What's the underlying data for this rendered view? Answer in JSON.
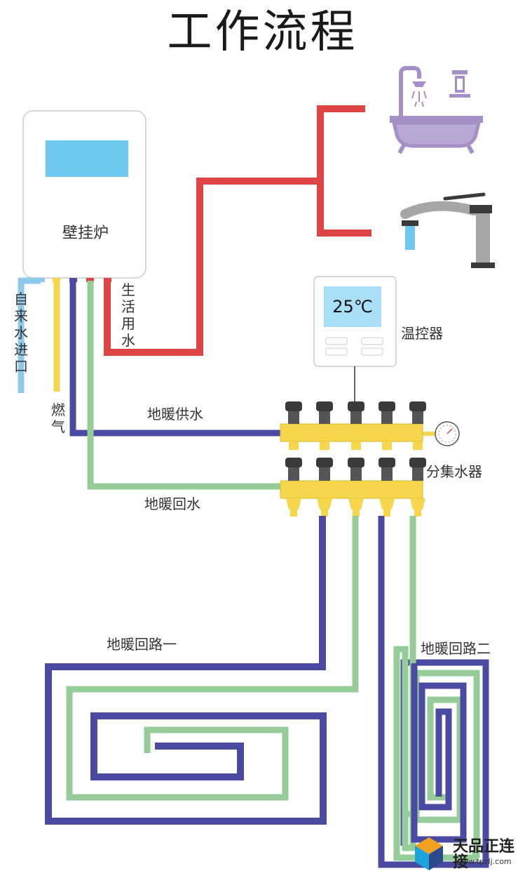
{
  "title": "工作流程",
  "labels": {
    "boiler": "壁挂炉",
    "hot_water": "生活用水",
    "cold_inlet": "自来水进口",
    "gas": "燃气",
    "supply": "地暖供水",
    "return": "地暖回水",
    "thermostat": "温控器",
    "manifold": "分集水器",
    "loop1": "地暖回路一",
    "loop2": "地暖回路二"
  },
  "thermostat_display": "25℃",
  "watermark": {
    "name": "天品正连接",
    "url": "www.tpzlj.com"
  },
  "colors": {
    "hot": "#e04545",
    "cold": "#8ec9ec",
    "gas": "#f2d64b",
    "supply": "#4a4aa2",
    "return": "#95cc98",
    "manifold": "#f6d64a",
    "fixture": "#a68ec6",
    "screen": "#6ec8ef"
  }
}
